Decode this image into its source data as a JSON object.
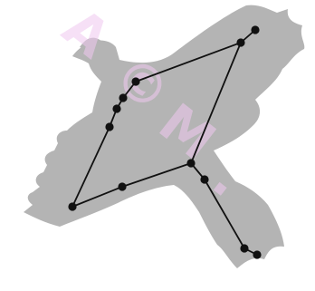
{
  "figure": {
    "silhouette": {
      "depicts": "bird-in-flight",
      "color": "#b4b4b4"
    },
    "watermark": {
      "text": "A©M...",
      "color": "#f0c8f0"
    },
    "constellation": {
      "line_color": "#111111",
      "star_color": "#111111",
      "star_count": 12
    }
  }
}
